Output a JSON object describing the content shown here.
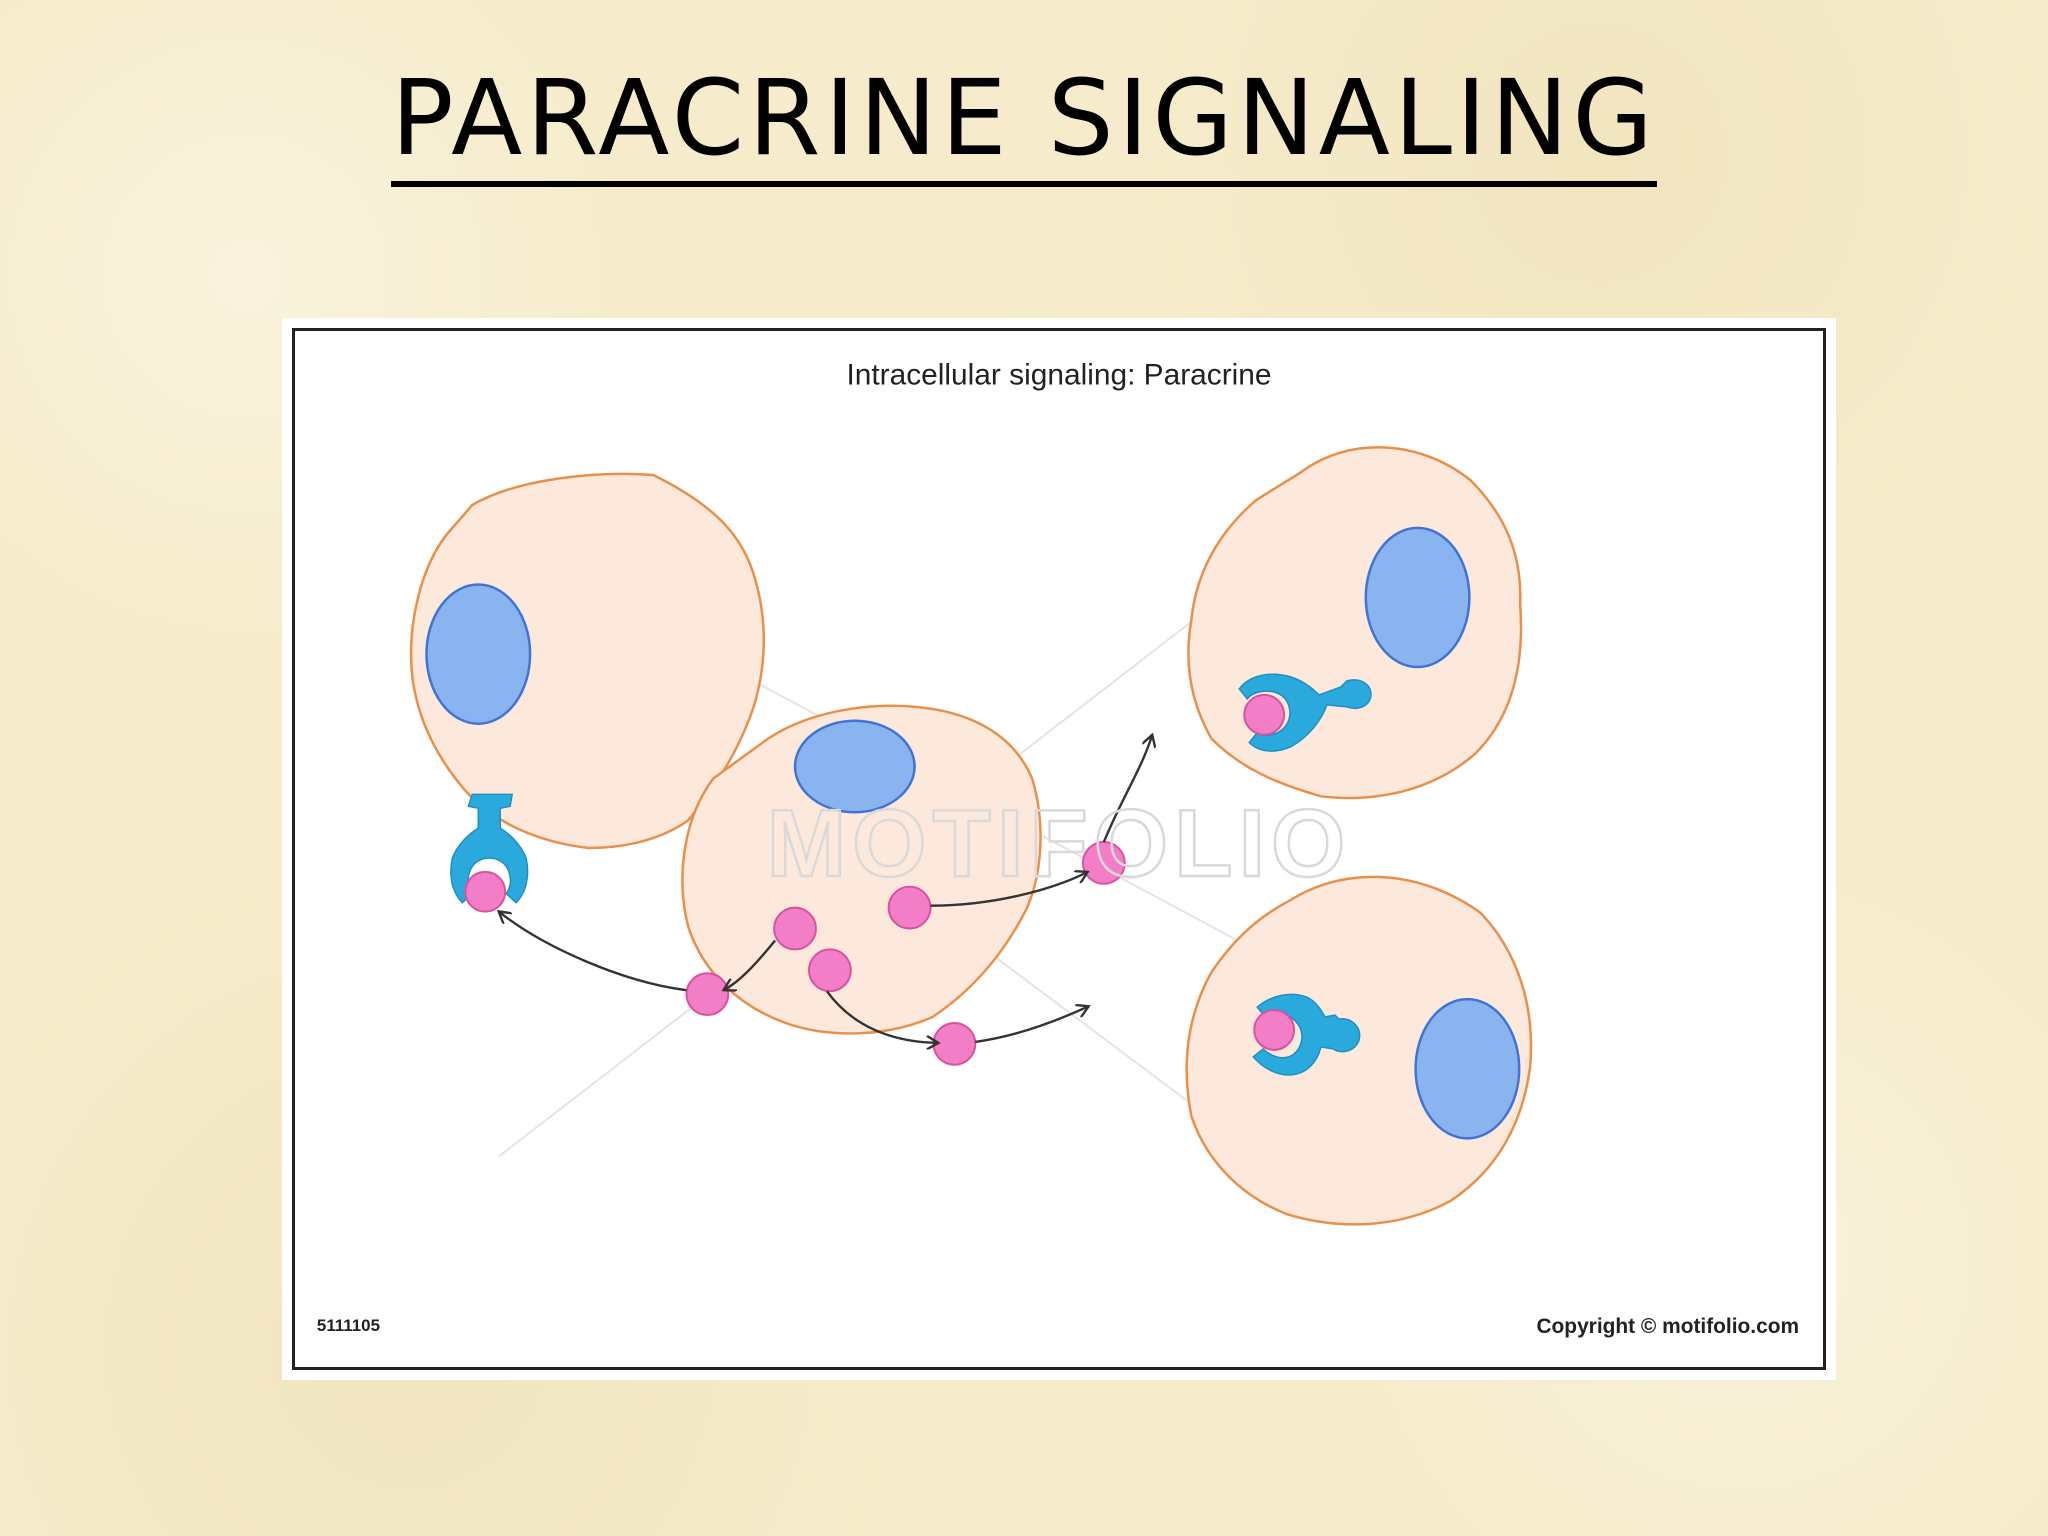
{
  "slide": {
    "title": "PARACRINE SIGNALING"
  },
  "figure": {
    "title": "Intracellular signaling: Paracrine",
    "id_code": "5111105",
    "copyright": "Copyright © motifolio.com",
    "watermark": "MOTIFOLIO"
  },
  "colors": {
    "background": "#f6eccb",
    "cell_fill": "#fde9dc",
    "cell_outline": "#e8904a",
    "nucleus_fill": "#8ab4f0",
    "nucleus_outline": "#3f74d6",
    "receptor": "#2aa9dc",
    "ligand_fill": "#f27ec7",
    "ligand_outline": "#d9519f",
    "arrow": "#333333"
  }
}
